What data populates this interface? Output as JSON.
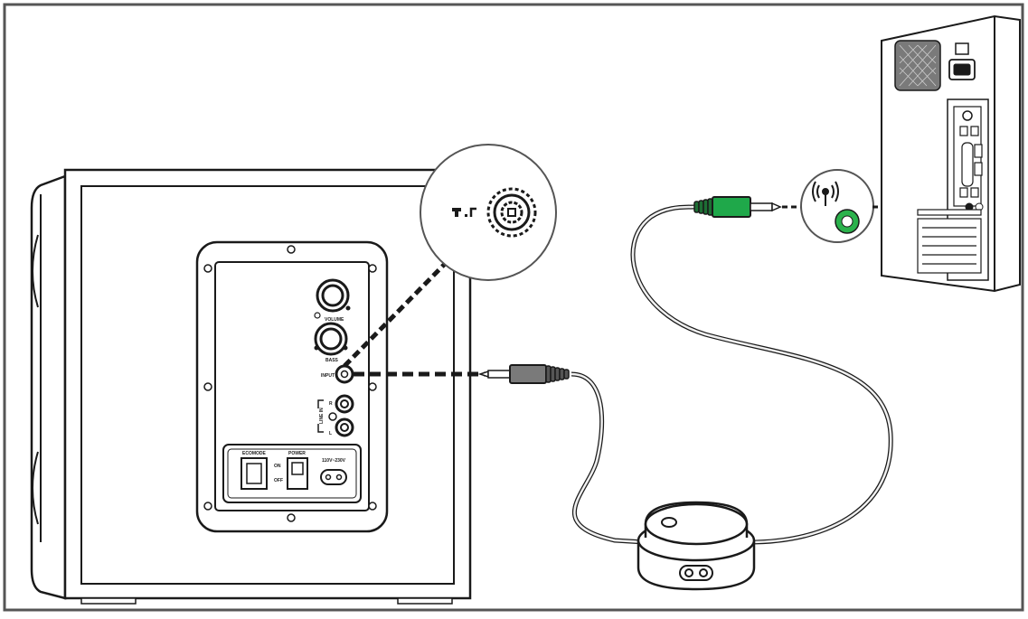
{
  "colors": {
    "frame": "#555555",
    "line": "#1a1a1a",
    "cable": "#f0f0f0",
    "gray_plug": "#7a7a7a",
    "green_plug": "#1fa84a",
    "green_jack": "#2bb24c"
  },
  "speaker": {
    "volume_label": "VOLUME",
    "bass_label": "BASS",
    "input_label": "INPUT",
    "line_in_label": "LINE IN",
    "r_label": "R",
    "l_label": "L",
    "eco_label": "ECOMODE",
    "power_label": "POWER",
    "on_label": "ON",
    "off_label": "OFF",
    "voltage_label": "110V~230V"
  },
  "icons": {
    "input_symbol": "input-jack-symbol-icon",
    "audio_out_symbol": "audio-output-symbol-icon",
    "remote": "volume-remote-icon"
  }
}
